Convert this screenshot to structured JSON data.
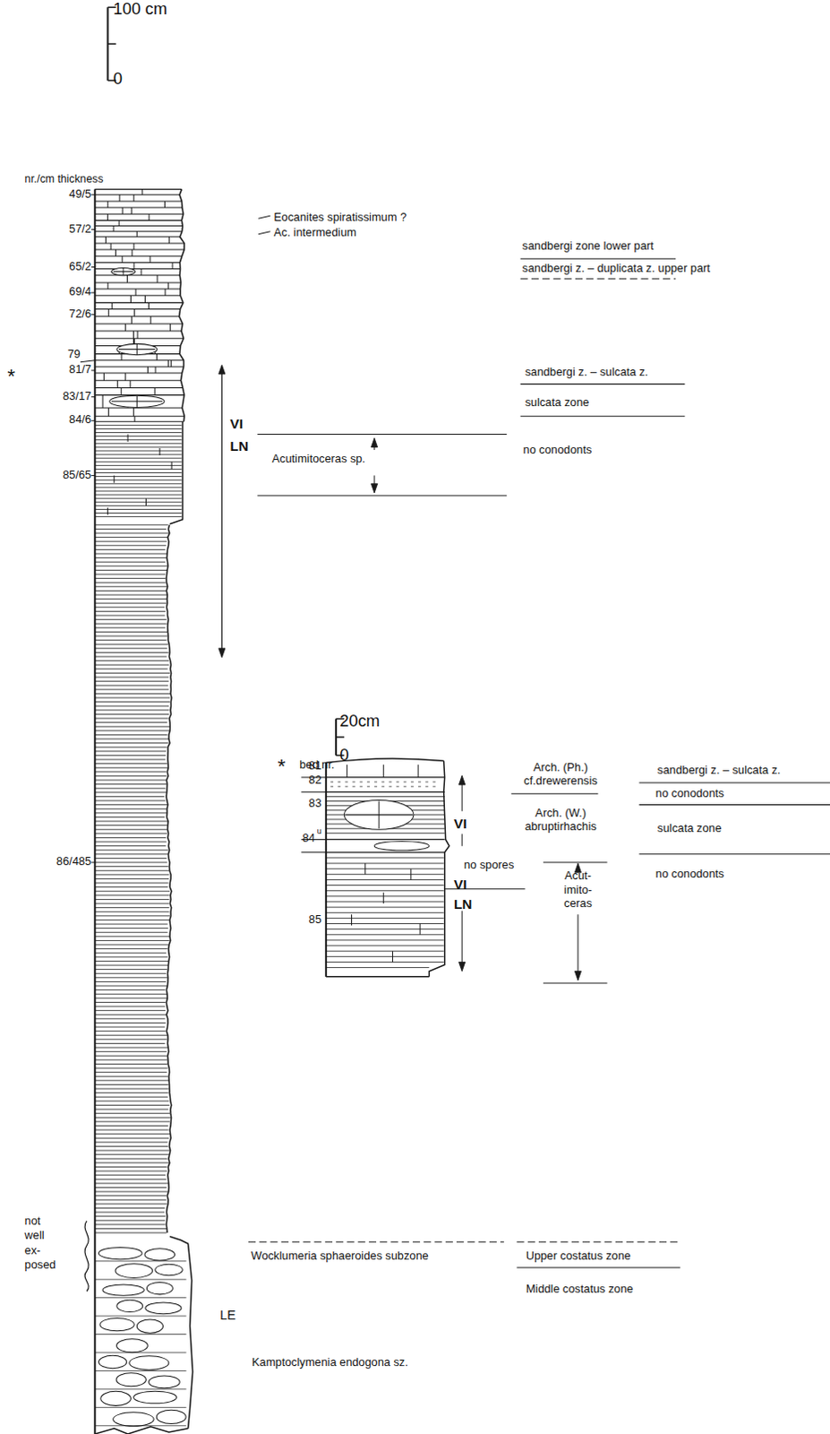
{
  "diagram": {
    "labels": [
      "100 cm",
      "0",
      "nr./cm thickness",
      "49/5",
      "Eocanites spiratissimum ?",
      "57/2",
      "Ac. intermedium",
      "sandbergi zone lower part",
      "65/2",
      "sandbergi z. – duplicata z. upper part",
      "69/4",
      "72/6",
      "79",
      "*",
      "81/7",
      "sandbergi z. – sulcata z.",
      "83/17",
      "sulcata zone",
      "84/6",
      "VI",
      "LN",
      "no conodonts",
      "85/65",
      "Acutimitoceras sp.",
      "20cm",
      "0",
      "bed nr.",
      "*",
      "81",
      "Arch. (Ph.) cf.drewerensis",
      "sandbergi z. – sulcata z.",
      "82",
      "no conodonts",
      "VI",
      "83",
      "Arch. (W.) abruptirhachis",
      "sulcata zone",
      "84",
      "u",
      "86/485",
      "no spores",
      "no conodonts",
      "VI",
      "LN",
      "Acut- imito- ceras",
      "85",
      "not well ex- posed",
      "Wocklumeria sphaeroides subzone",
      "Upper costatus zone",
      "Middle costatus zone",
      "LE",
      "Kamptoclymenia endogona sz."
    ]
  }
}
